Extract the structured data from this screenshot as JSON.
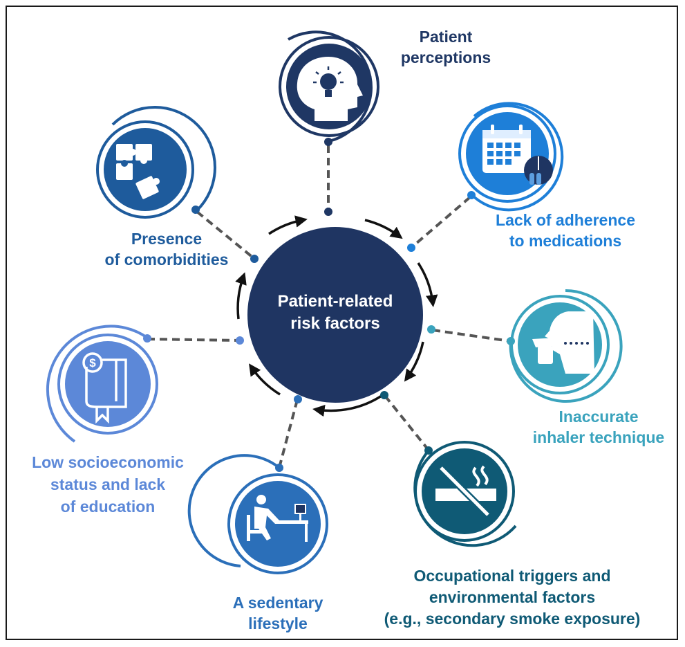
{
  "center": {
    "line1": "Patient-related",
    "line2": "risk factors"
  },
  "colors": {
    "center": "#1f3562",
    "navy": "#1f3764",
    "blue": "#1e7fd8",
    "teal": "#3aa3bd",
    "darkteal": "#0f5a75",
    "mid": "#2b6fb9",
    "periwinkle": "#5c88d8",
    "steel": "#1e5b9c",
    "connector": "#555555",
    "arrow": "#111111"
  },
  "factors": [
    {
      "id": "perceptions",
      "icon": "head-lightbulb-icon",
      "color": "#1f3764",
      "lines": [
        "Patient",
        "perceptions"
      ]
    },
    {
      "id": "adherence",
      "icon": "calendar-pills-icon",
      "color": "#1e7fd8",
      "lines": [
        "Lack of adherence",
        "to medications"
      ]
    },
    {
      "id": "inhaler",
      "icon": "inhaler-face-icon",
      "color": "#3aa3bd",
      "lines": [
        "Inaccurate",
        "inhaler technique"
      ]
    },
    {
      "id": "occupational",
      "icon": "no-smoking-icon",
      "color": "#0f5a75",
      "lines": [
        "Occupational triggers and",
        "environmental factors",
        "(e.g., secondary smoke exposure)"
      ]
    },
    {
      "id": "sedentary",
      "icon": "person-at-desk-icon",
      "color": "#2b6fb9",
      "lines": [
        "A sedentary",
        "lifestyle"
      ]
    },
    {
      "id": "socioeconomic",
      "icon": "book-dollar-icon",
      "color": "#5c88d8",
      "lines": [
        "Low socioeconomic",
        "status and lack",
        "of education"
      ]
    },
    {
      "id": "comorbidities",
      "icon": "puzzle-pieces-icon",
      "color": "#1e5b9c",
      "lines": [
        "Presence",
        "of comorbidities"
      ]
    }
  ]
}
